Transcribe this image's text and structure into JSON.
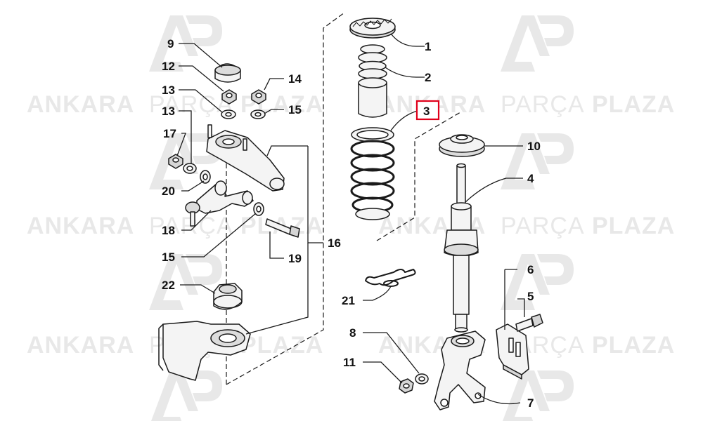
{
  "colors": {
    "line": "#1a1a1a",
    "part_fill": "#f4f4f4",
    "part_shade": "#d6d6d6",
    "watermark": "#e8e8e8",
    "highlight": "#e0001b"
  },
  "watermark": {
    "logo": "AP",
    "brand_bold_1": "ANKARA",
    "brand_light": "PARÇA",
    "brand_bold_2": "PLAZA"
  },
  "highlighted_callout": "3",
  "callouts": {
    "c1": "1",
    "c2": "2",
    "c3": "3",
    "c4": "4",
    "c5": "5",
    "c6": "6",
    "c7": "7",
    "c8": "8",
    "c9": "9",
    "c10": "10",
    "c11": "11",
    "c12": "12",
    "c13a": "13",
    "c13b": "13",
    "c14": "14",
    "c15a": "15",
    "c15b": "15",
    "c16": "16",
    "c17": "17",
    "c18": "18",
    "c19": "19",
    "c20": "20",
    "c21": "21",
    "c22": "22"
  }
}
